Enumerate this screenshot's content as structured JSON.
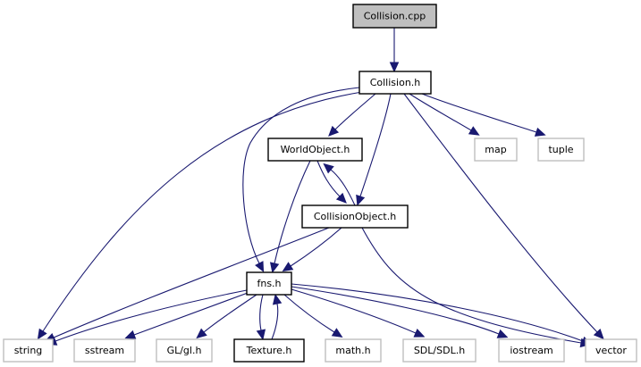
{
  "title": "Collision.cpp include dependency graph",
  "colors": {
    "edge": "#191970",
    "root_fill": "#bfbfbf",
    "internal_border": "#000000",
    "external_border": "#bfbfbf"
  },
  "nodes": [
    {
      "id": "collision_cpp",
      "label": "Collision.cpp",
      "kind": "root"
    },
    {
      "id": "collision_h",
      "label": "Collision.h",
      "kind": "internal"
    },
    {
      "id": "worldobject_h",
      "label": "WorldObject.h",
      "kind": "internal"
    },
    {
      "id": "collisionobject_h",
      "label": "CollisionObject.h",
      "kind": "internal"
    },
    {
      "id": "map",
      "label": "map",
      "kind": "external"
    },
    {
      "id": "tuple",
      "label": "tuple",
      "kind": "external"
    },
    {
      "id": "fns_h",
      "label": "fns.h",
      "kind": "internal"
    },
    {
      "id": "string",
      "label": "string",
      "kind": "external"
    },
    {
      "id": "sstream",
      "label": "sstream",
      "kind": "external"
    },
    {
      "id": "gl_h",
      "label": "GL/gl.h",
      "kind": "external"
    },
    {
      "id": "texture_h",
      "label": "Texture.h",
      "kind": "internal"
    },
    {
      "id": "math_h",
      "label": "math.h",
      "kind": "external"
    },
    {
      "id": "sdl_h",
      "label": "SDL/SDL.h",
      "kind": "external"
    },
    {
      "id": "iostream",
      "label": "iostream",
      "kind": "external"
    },
    {
      "id": "vector",
      "label": "vector",
      "kind": "external"
    }
  ],
  "edges": [
    {
      "from": "collision_cpp",
      "to": "collision_h"
    },
    {
      "from": "collision_h",
      "to": "worldobject_h"
    },
    {
      "from": "collision_h",
      "to": "collisionobject_h"
    },
    {
      "from": "collision_h",
      "to": "map"
    },
    {
      "from": "collision_h",
      "to": "tuple"
    },
    {
      "from": "collision_h",
      "to": "fns_h"
    },
    {
      "from": "collision_h",
      "to": "string"
    },
    {
      "from": "collision_h",
      "to": "vector"
    },
    {
      "from": "worldobject_h",
      "to": "collisionobject_h"
    },
    {
      "from": "worldobject_h",
      "to": "fns_h"
    },
    {
      "from": "collisionobject_h",
      "to": "worldobject_h"
    },
    {
      "from": "collisionobject_h",
      "to": "fns_h"
    },
    {
      "from": "collisionobject_h",
      "to": "string"
    },
    {
      "from": "collisionobject_h",
      "to": "vector"
    },
    {
      "from": "fns_h",
      "to": "string"
    },
    {
      "from": "fns_h",
      "to": "sstream"
    },
    {
      "from": "fns_h",
      "to": "gl_h"
    },
    {
      "from": "fns_h",
      "to": "texture_h"
    },
    {
      "from": "fns_h",
      "to": "math_h"
    },
    {
      "from": "fns_h",
      "to": "sdl_h"
    },
    {
      "from": "fns_h",
      "to": "iostream"
    },
    {
      "from": "fns_h",
      "to": "vector"
    },
    {
      "from": "texture_h",
      "to": "fns_h"
    }
  ]
}
